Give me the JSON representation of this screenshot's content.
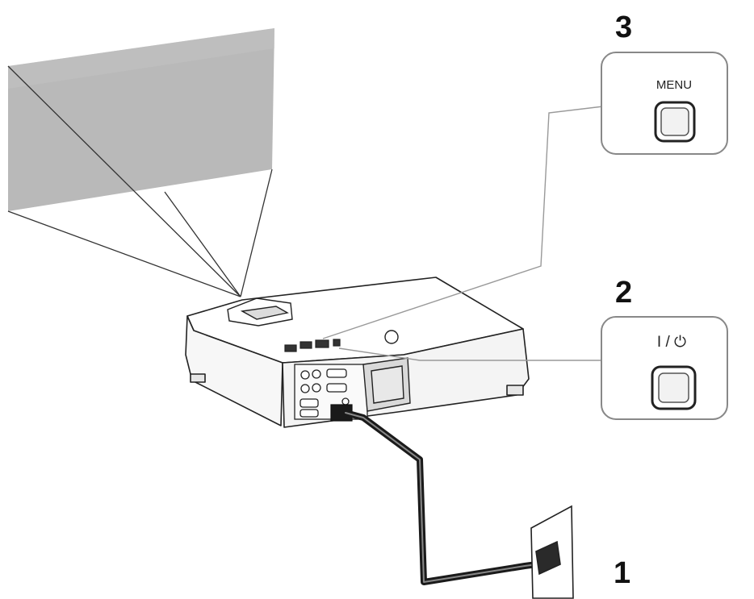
{
  "callouts": [
    {
      "step": "3",
      "button_label": "MENU"
    },
    {
      "step": "2",
      "button_label": "I / ⏻"
    },
    {
      "step": "1"
    }
  ],
  "colors": {
    "screen": "#b9b9b9",
    "line": "#222222",
    "callout_border": "#888888",
    "cable": "#1a1a1a"
  }
}
